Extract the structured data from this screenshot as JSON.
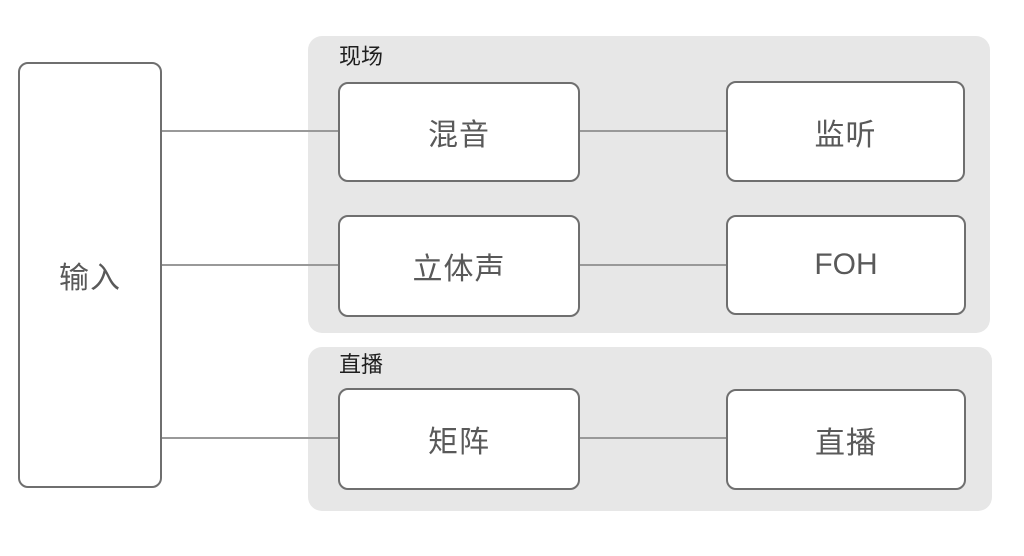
{
  "diagram": {
    "input": {
      "label": "输入"
    },
    "groups": [
      {
        "label": "现场",
        "nodes": [
          {
            "id": "mix",
            "label": "混音"
          },
          {
            "id": "monitor",
            "label": "监听"
          },
          {
            "id": "stereo",
            "label": "立体声"
          },
          {
            "id": "foh",
            "label": "FOH"
          }
        ]
      },
      {
        "label": "直播",
        "nodes": [
          {
            "id": "matrix",
            "label": "矩阵"
          },
          {
            "id": "stream",
            "label": "直播"
          }
        ]
      }
    ],
    "edges": [
      {
        "from": "输入",
        "to": "混音"
      },
      {
        "from": "输入",
        "to": "立体声"
      },
      {
        "from": "输入",
        "to": "矩阵"
      },
      {
        "from": "混音",
        "to": "监听"
      },
      {
        "from": "立体声",
        "to": "FOH"
      },
      {
        "from": "矩阵",
        "to": "直播"
      }
    ],
    "colors": {
      "background": "#ffffff",
      "panel_bg": "#e7e7e7",
      "box_bg": "#ffffff",
      "box_border": "#6f6f6f",
      "edge": "#999999",
      "node_text": "#595959",
      "group_label_text": "#1f1f1f"
    }
  }
}
